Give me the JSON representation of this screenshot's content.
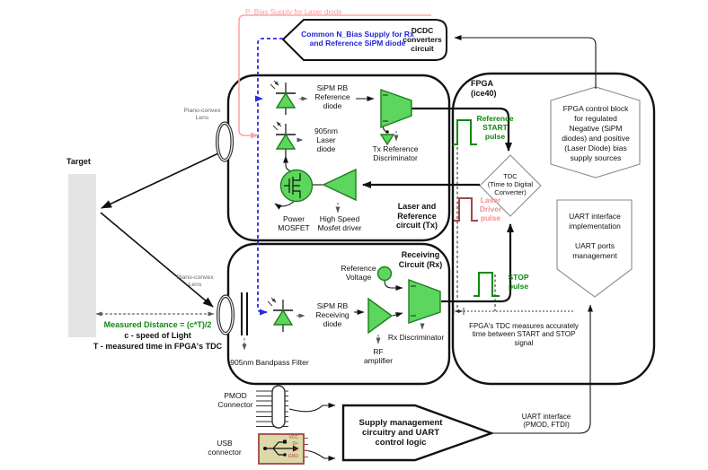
{
  "colors": {
    "component_green": "#5cd65c",
    "component_green_border": "#1e7d1e",
    "signal_green": "#0d8a0d",
    "bias_blue": "#2424d8",
    "bias_pink": "#ff9a9a",
    "laser_pulse_salmon": "#f09090",
    "laser_pulse_dark_red": "#a04545",
    "target_gray": "#e3e3e3",
    "usb_beige": "#dcd9a8",
    "usb_border_red": "#a04545"
  },
  "supply": {
    "p_bias": "P_Bias Supply for Laser diode",
    "n_bias": "Common N_Bias Supply for Rx\nand Reference SiPM diode",
    "dcdc": "DCDC\nconverters\ncircuit"
  },
  "tx": {
    "sipm_ref": "SiPM RB\nReference\ndiode",
    "laser_diode": "905nm\nLaser\ndiode",
    "discriminator": "Tx Reference\nDiscriminator",
    "power_mosfet": "Power\nMOSFET",
    "driver": "High Speed\nMosfet driver",
    "title": "Laser and\nReference\ncircuit (Tx)"
  },
  "fpga": {
    "title": "FPGA\n(ice40)",
    "start_pulse": "Reference\nSTART\npulse",
    "tdc": "TDC\n(Time to Digital\nConverter)",
    "laser_pulse": "Laser\nDriver\npulse",
    "stop_pulse": "STOP\npulse",
    "control_block": "FPGA control block\nfor regulated\nNegative (SiPM\ndiodes) and positive\n(Laser Diode) bias\nsupply sources",
    "uart_block": "UART interface\nimplementation\n\nUART ports\nmanagement",
    "tdc_note": "FPGA's TDC measures accurately\ntime between START and STOP\nsignal"
  },
  "rx": {
    "title": "Receiving\nCircuit (Rx)",
    "ref_voltage": "Reference\nVoltage",
    "sipm_rx": "SiPM RB\nReceiving\ndiode",
    "rf_amp": "RF\namplifier",
    "discriminator": "Rx Discriminator"
  },
  "optics": {
    "target": "Target",
    "lens_top": "Plano-convex\nLens",
    "lens_bottom": "Plano-convex\nLens",
    "measured_distance": "Measured Distance = (c*T)/2",
    "speed_of_light": "c - speed of Light",
    "measured_time": "T - measured time in FPGA's TDC",
    "bandpass_filter": "905nm Bandpass Filter"
  },
  "bottom": {
    "pmod": "PMOD\nConnector",
    "usb": "USB\nconnector",
    "supply_mgmt": "Supply management\ncircuitry and UART\ncontrol logic",
    "uart_iface": "UART interface\n(PMOD, FTDI)",
    "usb_pins": [
      "VCC",
      "D+",
      "D-",
      "GND"
    ]
  }
}
